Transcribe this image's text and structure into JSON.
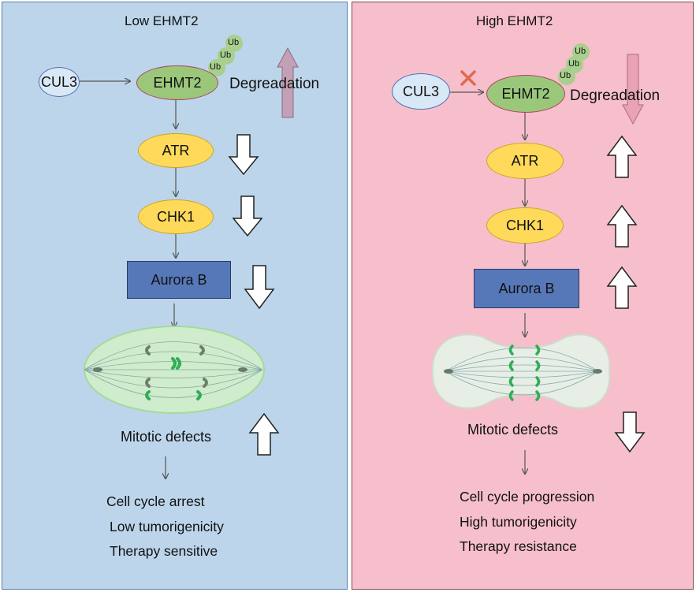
{
  "left_panel": {
    "title": "Low EHMT2",
    "cul3": "CUL3",
    "ehmt2": "EHMT2",
    "ub": [
      "Ub",
      "Ub",
      "Ub"
    ],
    "degradation": "Degreadation",
    "atr": "ATR",
    "chk1": "CHK1",
    "aurora_b": "Aurora B",
    "mitotic_defects": "Mitotic defects",
    "outcomes": [
      "Cell cycle arrest",
      "Low tumorigenicity",
      "Therapy sensitive"
    ]
  },
  "right_panel": {
    "title": "High EHMT2",
    "cul3": "CUL3",
    "ehmt2": "EHMT2",
    "ub": [
      "Ub",
      "Ub",
      "Ub"
    ],
    "degradation": "Degreadation",
    "atr": "ATR",
    "chk1": "CHK1",
    "aurora_b": "Aurora B",
    "mitotic_defects": "Mitotic defects",
    "outcomes": [
      "Cell cycle progression",
      "High tumorigenicity",
      "Therapy resistance"
    ]
  },
  "colors": {
    "left_background": "#bcd5ea",
    "right_background": "#f6bfcb",
    "ehmt2_fill": "#9bc77b",
    "kinase_fill": "#ffd95a",
    "aurora_fill": "#5778b8",
    "ub_fill": "#a8cf8e",
    "block_x": "#e06a4e"
  }
}
